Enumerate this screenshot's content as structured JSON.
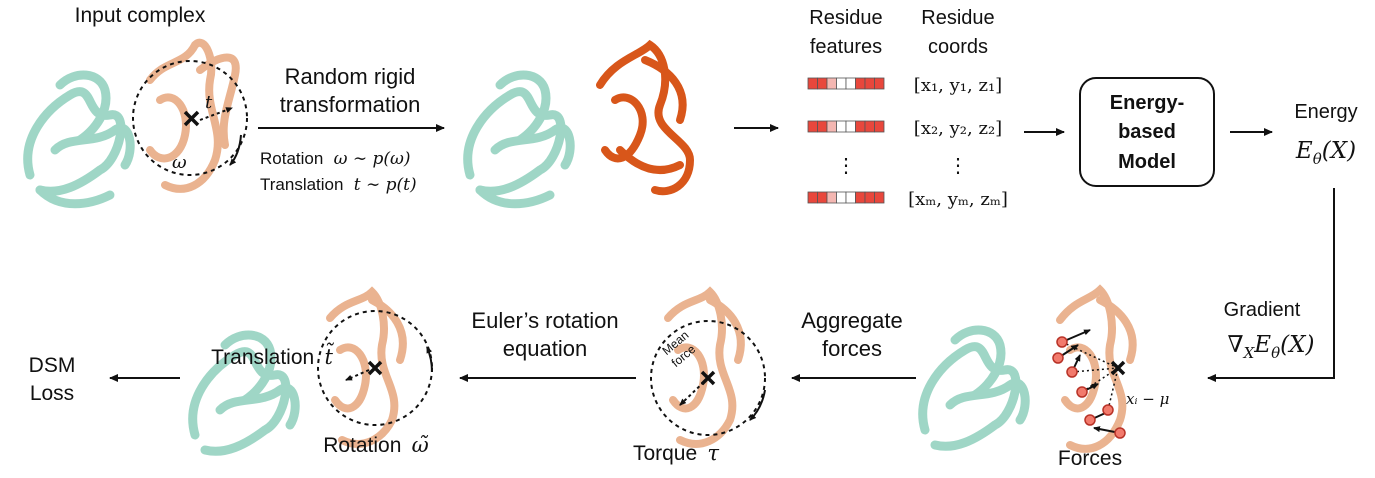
{
  "colors": {
    "receptor": "#8fd0bd",
    "ligand": "#e8ab85",
    "ligand_dark": "#d8561a",
    "feature_red": "#e8473c",
    "feature_light": "#f4b7b2",
    "arrow": "#111111"
  },
  "top": {
    "input_label": "Input complex",
    "transform_title_1": "Random rigid",
    "transform_title_2": "transformation",
    "rotation_text": "Rotation",
    "rotation_math": "ω ∼ p(ω)",
    "translation_text": "Translation",
    "translation_math": "t ∼ p(t)",
    "t_symbol": "t",
    "omega_symbol": "ω",
    "features_header_1": "Residue",
    "features_header_2": "features",
    "coords_header_1": "Residue",
    "coords_header_2": "coords",
    "coords": [
      "[x₁, y₁, z₁]",
      "[x₂, y₂, z₂]",
      "[xₘ, yₘ, zₘ]"
    ],
    "vdots": "⋮",
    "model_line_1": "Energy-",
    "model_line_2": "based",
    "model_line_3": "Model",
    "energy_label": "Energy",
    "energy_math": "E_θ(X)"
  },
  "bottom": {
    "gradient_label": "Gradient",
    "gradient_math": "∇_X E_θ(X)",
    "forces_label": "Forces",
    "xi_mu": "xᵢ − μ",
    "aggregate_1": "Aggregate",
    "aggregate_2": "forces",
    "mean_force_1": "Mean",
    "mean_force_2": "force",
    "torque_text": "Torque",
    "torque_math": "τ",
    "euler_1": "Euler’s rotation",
    "euler_2": "equation",
    "translation_text": "Translation",
    "translation_math": "t̃",
    "rotation_text": "Rotation",
    "rotation_math": "ω̃",
    "loss_1": "DSM",
    "loss_2": "Loss"
  }
}
